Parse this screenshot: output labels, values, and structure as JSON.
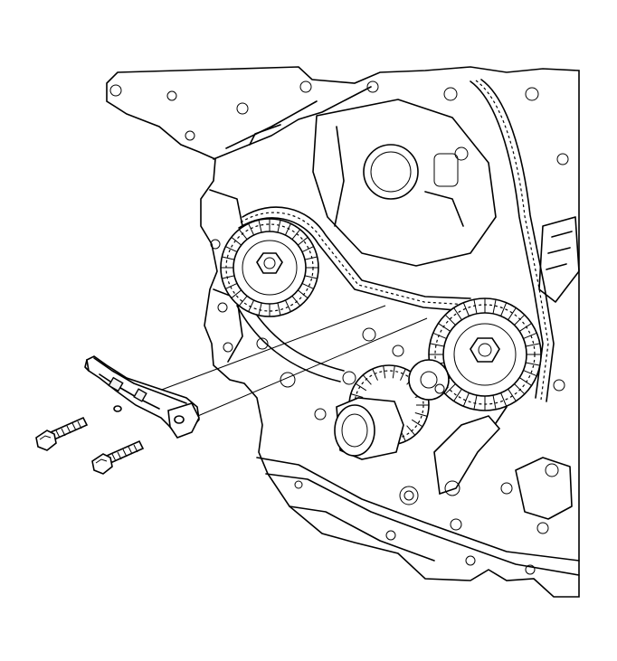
{
  "diagram": {
    "colors": {
      "line": "#000000",
      "background": "#ffffff",
      "shade": "#f2f2f2"
    },
    "parts": [
      "engine-block",
      "left-camshaft-sprocket",
      "right-camshaft-sprocket",
      "crankshaft-sprocket",
      "timing-chain",
      "timing-chain-guide",
      "guide-bolt-upper",
      "guide-bolt-lower"
    ]
  }
}
